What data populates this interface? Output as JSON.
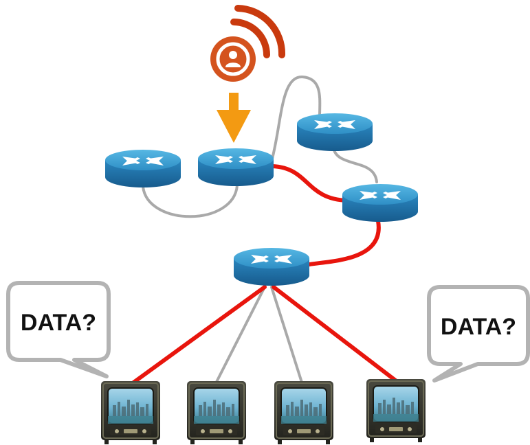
{
  "diagram": {
    "bubbles": [
      {
        "id": "left",
        "text": "DATA?"
      },
      {
        "id": "right",
        "text": "DATA?"
      }
    ],
    "colors": {
      "router_top": "#3a9fd0",
      "router_side": "#1f6fa7",
      "active_link": "#e8150d",
      "idle_link": "#a9a9a9",
      "source_icon": "#d4531e",
      "arrow": "#f39a12",
      "bubble_border": "#b3b3b3"
    },
    "icons": [
      "user-broadcast-icon",
      "router-icon",
      "tv-icon",
      "arrow-down-icon",
      "speech-bubble-icon"
    ]
  }
}
